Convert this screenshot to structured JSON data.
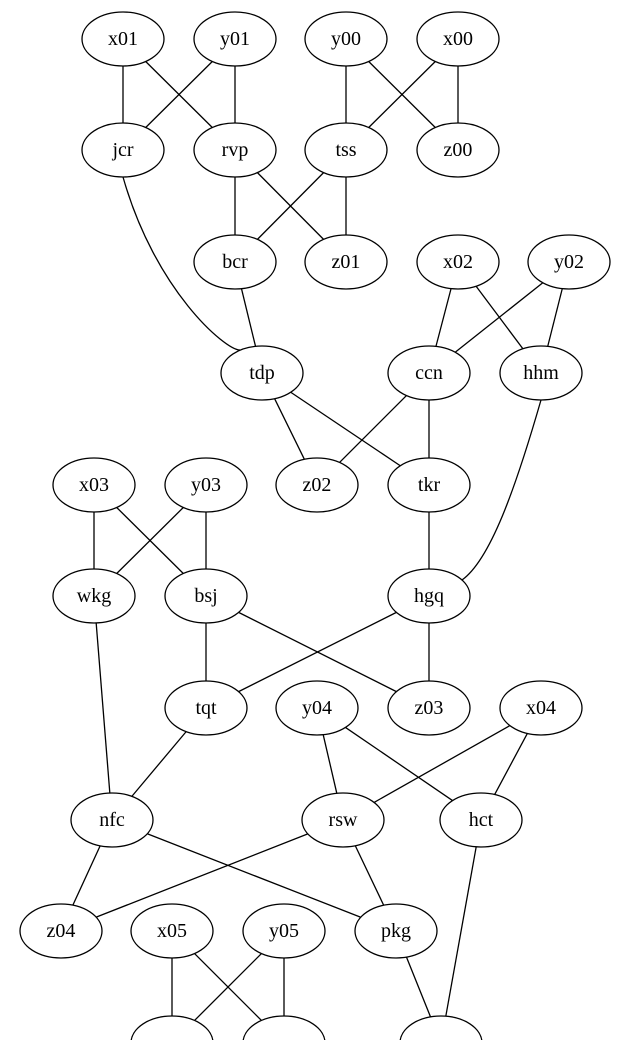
{
  "graph": {
    "nodes": [
      {
        "id": "x01",
        "label": "x01"
      },
      {
        "id": "y01",
        "label": "y01"
      },
      {
        "id": "y00",
        "label": "y00"
      },
      {
        "id": "x00",
        "label": "x00"
      },
      {
        "id": "jcr",
        "label": "jcr"
      },
      {
        "id": "rvp",
        "label": "rvp"
      },
      {
        "id": "tss",
        "label": "tss"
      },
      {
        "id": "z00",
        "label": "z00"
      },
      {
        "id": "bcr",
        "label": "bcr"
      },
      {
        "id": "z01",
        "label": "z01"
      },
      {
        "id": "x02",
        "label": "x02"
      },
      {
        "id": "y02",
        "label": "y02"
      },
      {
        "id": "tdp",
        "label": "tdp"
      },
      {
        "id": "ccn",
        "label": "ccn"
      },
      {
        "id": "hhm",
        "label": "hhm"
      },
      {
        "id": "z02",
        "label": "z02"
      },
      {
        "id": "tkr",
        "label": "tkr"
      },
      {
        "id": "x03",
        "label": "x03"
      },
      {
        "id": "y03",
        "label": "y03"
      },
      {
        "id": "wkg",
        "label": "wkg"
      },
      {
        "id": "bsj",
        "label": "bsj"
      },
      {
        "id": "hgq",
        "label": "hgq"
      },
      {
        "id": "tqt",
        "label": "tqt"
      },
      {
        "id": "y04",
        "label": "y04"
      },
      {
        "id": "z03",
        "label": "z03"
      },
      {
        "id": "x04",
        "label": "x04"
      },
      {
        "id": "nfc",
        "label": "nfc"
      },
      {
        "id": "rsw",
        "label": "rsw"
      },
      {
        "id": "hct",
        "label": "hct"
      },
      {
        "id": "z04",
        "label": "z04"
      },
      {
        "id": "x05",
        "label": "x05"
      },
      {
        "id": "y05",
        "label": "y05"
      },
      {
        "id": "pkg",
        "label": "pkg"
      },
      {
        "id": "sgs",
        "label": ""
      },
      {
        "id": "hgs",
        "label": ""
      },
      {
        "id": "mhh",
        "label": ""
      }
    ],
    "edges": [
      [
        "x01",
        "jcr"
      ],
      [
        "x01",
        "rvp"
      ],
      [
        "y01",
        "jcr"
      ],
      [
        "y01",
        "rvp"
      ],
      [
        "y00",
        "tss"
      ],
      [
        "y00",
        "z00"
      ],
      [
        "x00",
        "tss"
      ],
      [
        "x00",
        "z00"
      ],
      [
        "jcr",
        "tdp"
      ],
      [
        "rvp",
        "bcr"
      ],
      [
        "rvp",
        "z01"
      ],
      [
        "tss",
        "bcr"
      ],
      [
        "tss",
        "z01"
      ],
      [
        "bcr",
        "tdp"
      ],
      [
        "x02",
        "ccn"
      ],
      [
        "x02",
        "hhm"
      ],
      [
        "y02",
        "ccn"
      ],
      [
        "y02",
        "hhm"
      ],
      [
        "tdp",
        "z02"
      ],
      [
        "tdp",
        "tkr"
      ],
      [
        "ccn",
        "z02"
      ],
      [
        "ccn",
        "tkr"
      ],
      [
        "hhm",
        "hgq"
      ],
      [
        "tkr",
        "hgq"
      ],
      [
        "x03",
        "wkg"
      ],
      [
        "x03",
        "bsj"
      ],
      [
        "y03",
        "wkg"
      ],
      [
        "y03",
        "bsj"
      ],
      [
        "wkg",
        "nfc"
      ],
      [
        "bsj",
        "tqt"
      ],
      [
        "bsj",
        "z03"
      ],
      [
        "hgq",
        "tqt"
      ],
      [
        "hgq",
        "z03"
      ],
      [
        "tqt",
        "nfc"
      ],
      [
        "y04",
        "rsw"
      ],
      [
        "y04",
        "hct"
      ],
      [
        "x04",
        "rsw"
      ],
      [
        "x04",
        "hct"
      ],
      [
        "nfc",
        "z04"
      ],
      [
        "nfc",
        "pkg"
      ],
      [
        "rsw",
        "z04"
      ],
      [
        "rsw",
        "pkg"
      ],
      [
        "x05",
        "sgs"
      ],
      [
        "x05",
        "hgs"
      ],
      [
        "y05",
        "sgs"
      ],
      [
        "y05",
        "hgs"
      ],
      [
        "pkg",
        "mhh"
      ],
      [
        "hct",
        "mhh"
      ]
    ]
  }
}
